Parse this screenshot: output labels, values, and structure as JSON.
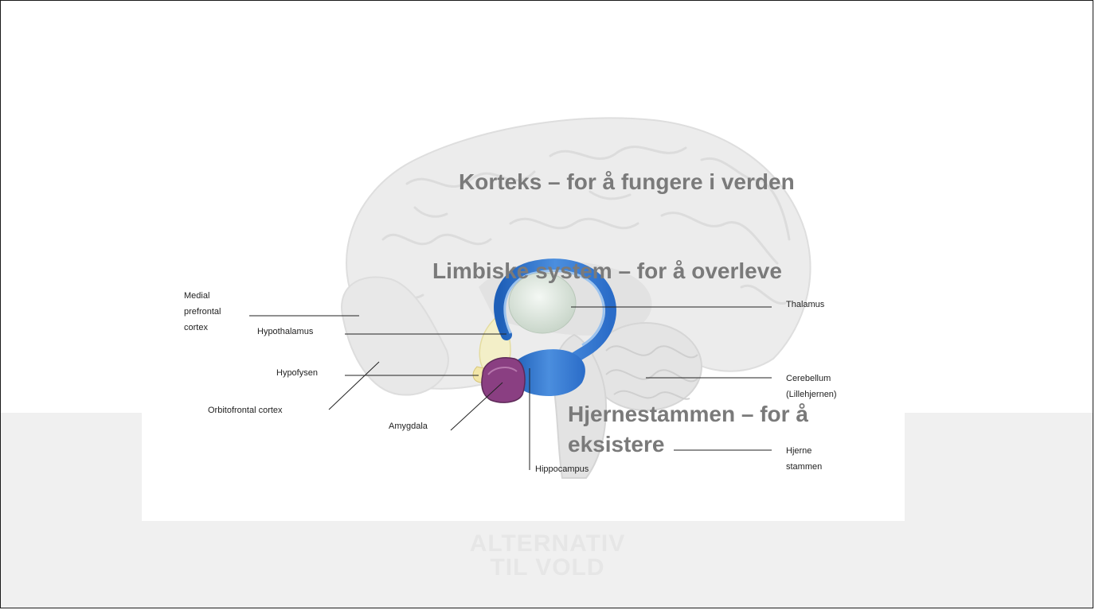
{
  "overlay": {
    "cortex": "Korteks – for å fungere i verden",
    "limbic": "Limbiske system – for å overleve",
    "brainstem_line1": "Hjernestammen – for å",
    "brainstem_line2": "eksistere"
  },
  "labels": {
    "medial_1": "Medial",
    "medial_2": "prefrontal",
    "medial_3": "cortex",
    "hypothalamus": "Hypothalamus",
    "hypofysen": "Hypofysen",
    "orbitofrontal": "Orbitofrontal cortex",
    "amygdala": "Amygdala",
    "hippocampus": "Hippocampus",
    "thalamus": "Thalamus",
    "cerebellum_1": "Cerebellum",
    "cerebellum_2": "(Lillehjernen)",
    "hjerne_1": "Hjerne",
    "hjerne_2": "stammen"
  },
  "logo": {
    "line1": "ALTERNATIV",
    "line2": "TIL VOLD"
  },
  "colors": {
    "overlay_text": "#7a7a7a",
    "hippocampus": "#2f6fc4",
    "amygdala": "#7b3a74",
    "thalamus": "#d9e3d9",
    "brain": "#ececec",
    "logo": "#e6e6e6"
  }
}
